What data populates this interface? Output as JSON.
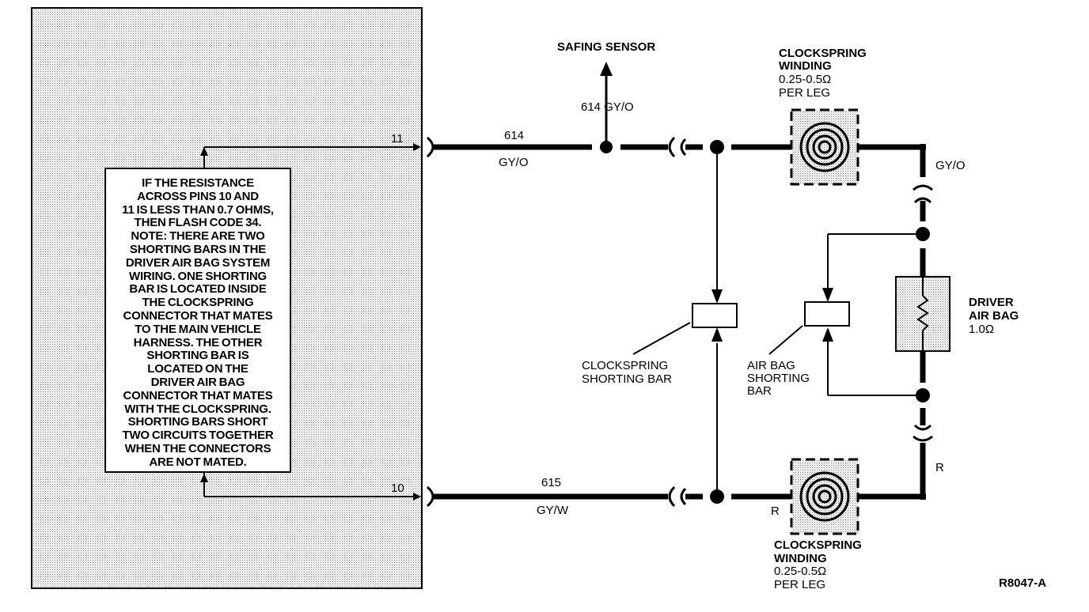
{
  "module": {
    "pin_11": "11",
    "pin_10": "10",
    "note_lines": [
      "IF THE RESISTANCE",
      "ACROSS PINS 10 AND",
      "11 IS LESS THAN 0.7  OHMS,",
      "THEN FLASH CODE 34.",
      "NOTE: THERE ARE TWO",
      "SHORTING BARS IN THE",
      "DRIVER AIR BAG SYSTEM",
      "WIRING. ONE SHORTING",
      "BAR IS LOCATED INSIDE",
      "THE CLOCKSPRING",
      "CONNECTOR THAT MATES",
      "TO THE MAIN VEHICLE",
      "HARNESS. THE OTHER",
      "SHORTING BAR IS",
      "LOCATED ON THE",
      "DRIVER AIR BAG",
      "CONNECTOR THAT MATES",
      "WITH THE CLOCKSPRING.",
      "SHORTING BARS SHORT",
      "TWO CIRCUITS TOGETHER",
      "WHEN THE CONNECTORS",
      "ARE NOT MATED."
    ]
  },
  "wires": {
    "top_circuit": "614",
    "top_color": "GY/O",
    "bottom_circuit": "615",
    "bottom_color": "GY/W",
    "branch_label": "614  GY/O",
    "right_top_color": "GY/O",
    "right_bottom_color": "R",
    "bottom_winding_color": "R"
  },
  "safing_sensor": "SAFING SENSOR",
  "clockspring_top": {
    "title_1": "CLOCKSPRING",
    "title_2": "WINDING",
    "spec_1": "0.25-0.5Ω",
    "spec_2": "PER LEG"
  },
  "clockspring_bottom": {
    "title_1": "CLOCKSPRING",
    "title_2": "WINDING",
    "spec_1": "0.25-0.5Ω",
    "spec_2": "PER LEG"
  },
  "clockspring_shorting_bar": {
    "line_1": "CLOCKSPRING",
    "line_2": "SHORTING BAR"
  },
  "airbag_shorting_bar": {
    "line_1": "AIR BAG",
    "line_2": "SHORTING",
    "line_3": "BAR"
  },
  "driver_airbag": {
    "line_1": "DRIVER",
    "line_2": "AIR BAG",
    "line_3": "1.0Ω"
  },
  "figure_id": "R8047-A"
}
